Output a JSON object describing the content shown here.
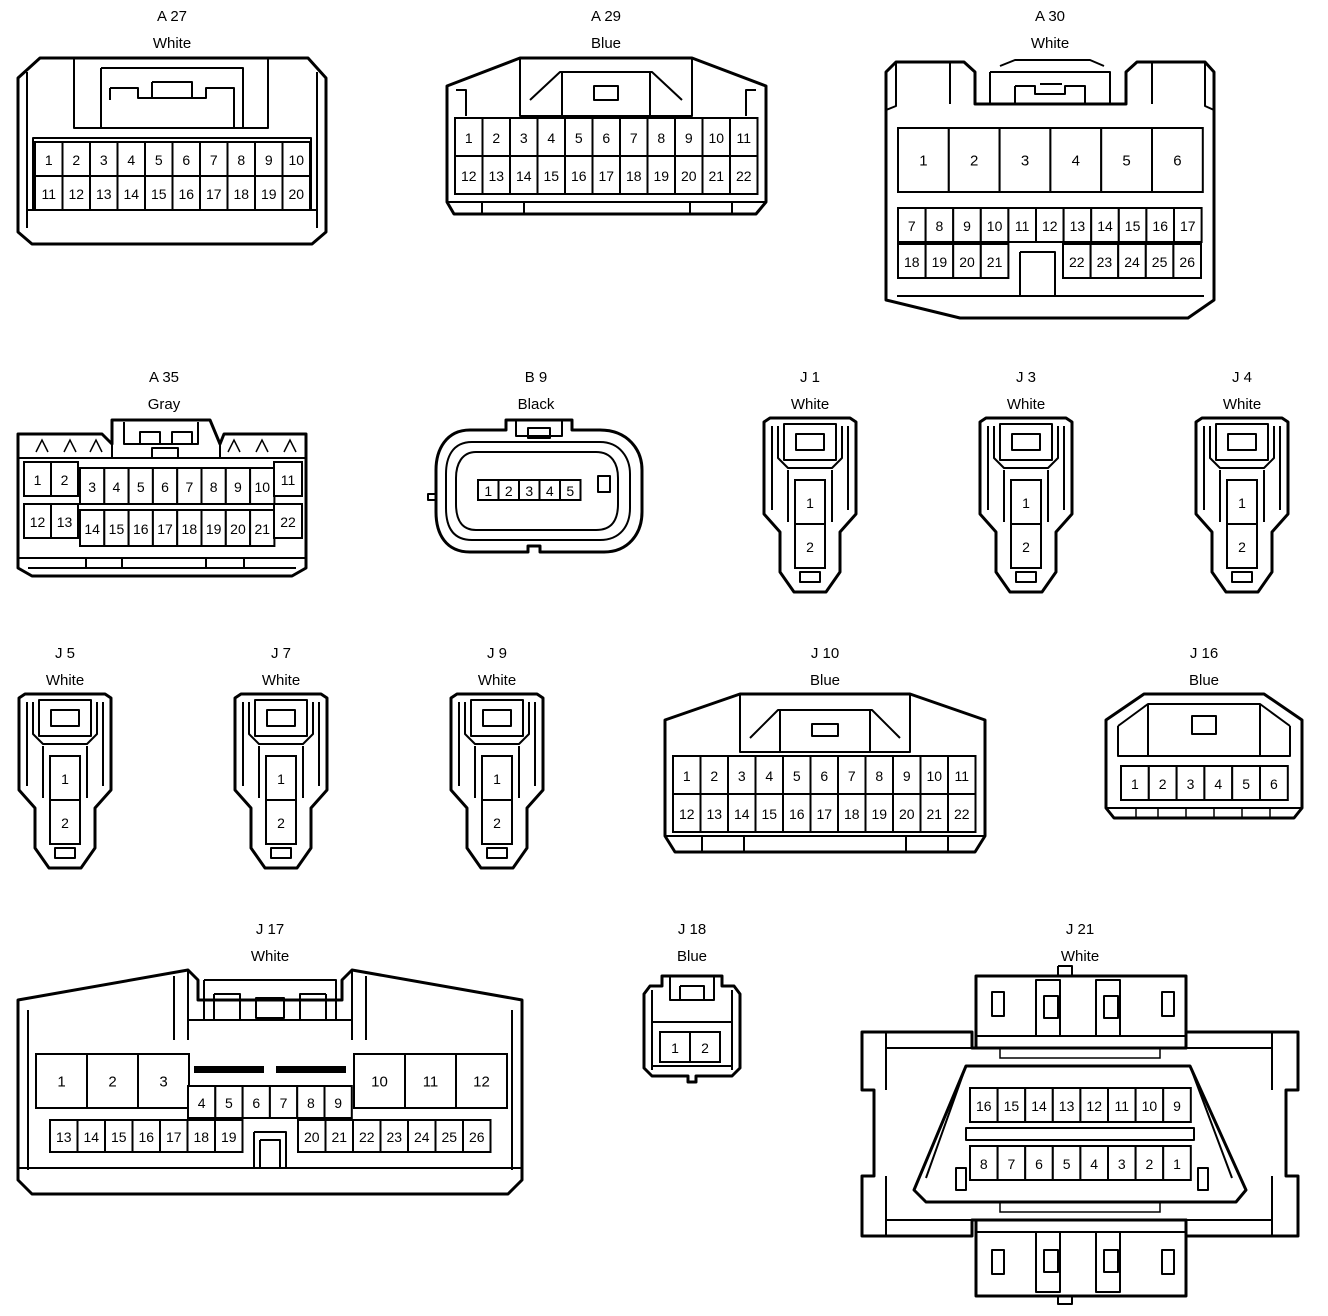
{
  "connectors": [
    {
      "id": "A 27",
      "color": "White",
      "rows": [
        [
          "1",
          "2",
          "3",
          "4",
          "5",
          "6",
          "7",
          "8",
          "9",
          "10"
        ],
        [
          "11",
          "12",
          "13",
          "14",
          "15",
          "16",
          "17",
          "18",
          "19",
          "20"
        ]
      ]
    },
    {
      "id": "A 29",
      "color": "Blue",
      "rows": [
        [
          "1",
          "2",
          "3",
          "4",
          "5",
          "6",
          "7",
          "8",
          "9",
          "10",
          "11"
        ],
        [
          "12",
          "13",
          "14",
          "15",
          "16",
          "17",
          "18",
          "19",
          "20",
          "21",
          "22"
        ]
      ]
    },
    {
      "id": "A 30",
      "color": "White",
      "rows": [
        [
          "1",
          "2",
          "3",
          "4",
          "5",
          "6"
        ],
        [
          "7",
          "8",
          "9",
          "10",
          "11",
          "12",
          "13",
          "14",
          "15",
          "16",
          "17"
        ],
        [
          "18",
          "19",
          "20",
          "21",
          "",
          "22",
          "23",
          "24",
          "25",
          "26"
        ]
      ]
    },
    {
      "id": "A 35",
      "color": "Gray",
      "rows": [
        [
          "1",
          "2",
          "3",
          "4",
          "5",
          "6",
          "7",
          "8",
          "9",
          "10",
          "11"
        ],
        [
          "12",
          "13",
          "14",
          "15",
          "16",
          "17",
          "18",
          "19",
          "20",
          "21",
          "22"
        ]
      ]
    },
    {
      "id": "B 9",
      "color": "Black",
      "rows": [
        [
          "1",
          "2",
          "3",
          "4",
          "5"
        ]
      ]
    },
    {
      "id": "J 1",
      "color": "White",
      "rows": [
        [
          "1"
        ],
        [
          "2"
        ]
      ]
    },
    {
      "id": "J 3",
      "color": "White",
      "rows": [
        [
          "1"
        ],
        [
          "2"
        ]
      ]
    },
    {
      "id": "J 4",
      "color": "White",
      "rows": [
        [
          "1"
        ],
        [
          "2"
        ]
      ]
    },
    {
      "id": "J 5",
      "color": "White",
      "rows": [
        [
          "1"
        ],
        [
          "2"
        ]
      ]
    },
    {
      "id": "J 7",
      "color": "White",
      "rows": [
        [
          "1"
        ],
        [
          "2"
        ]
      ]
    },
    {
      "id": "J 9",
      "color": "White",
      "rows": [
        [
          "1"
        ],
        [
          "2"
        ]
      ]
    },
    {
      "id": "J 10",
      "color": "Blue",
      "rows": [
        [
          "1",
          "2",
          "3",
          "4",
          "5",
          "6",
          "7",
          "8",
          "9",
          "10",
          "11"
        ],
        [
          "12",
          "13",
          "14",
          "15",
          "16",
          "17",
          "18",
          "19",
          "20",
          "21",
          "22"
        ]
      ]
    },
    {
      "id": "J 16",
      "color": "Blue",
      "rows": [
        [
          "1",
          "2",
          "3",
          "4",
          "5",
          "6"
        ]
      ]
    },
    {
      "id": "J 17",
      "color": "White",
      "rows": [
        [
          "1",
          "2",
          "3",
          "10",
          "11",
          "12"
        ],
        [
          "4",
          "5",
          "6",
          "7",
          "8",
          "9"
        ],
        [
          "13",
          "14",
          "15",
          "16",
          "17",
          "18",
          "19",
          "20",
          "21",
          "22",
          "23",
          "24",
          "25",
          "26"
        ]
      ]
    },
    {
      "id": "J 18",
      "color": "Blue",
      "rows": [
        [
          "1",
          "2"
        ]
      ]
    },
    {
      "id": "J 21",
      "color": "White",
      "rows": [
        [
          "16",
          "15",
          "14",
          "13",
          "12",
          "11",
          "10",
          "9"
        ],
        [
          "8",
          "7",
          "6",
          "5",
          "4",
          "3",
          "2",
          "1"
        ]
      ]
    }
  ]
}
